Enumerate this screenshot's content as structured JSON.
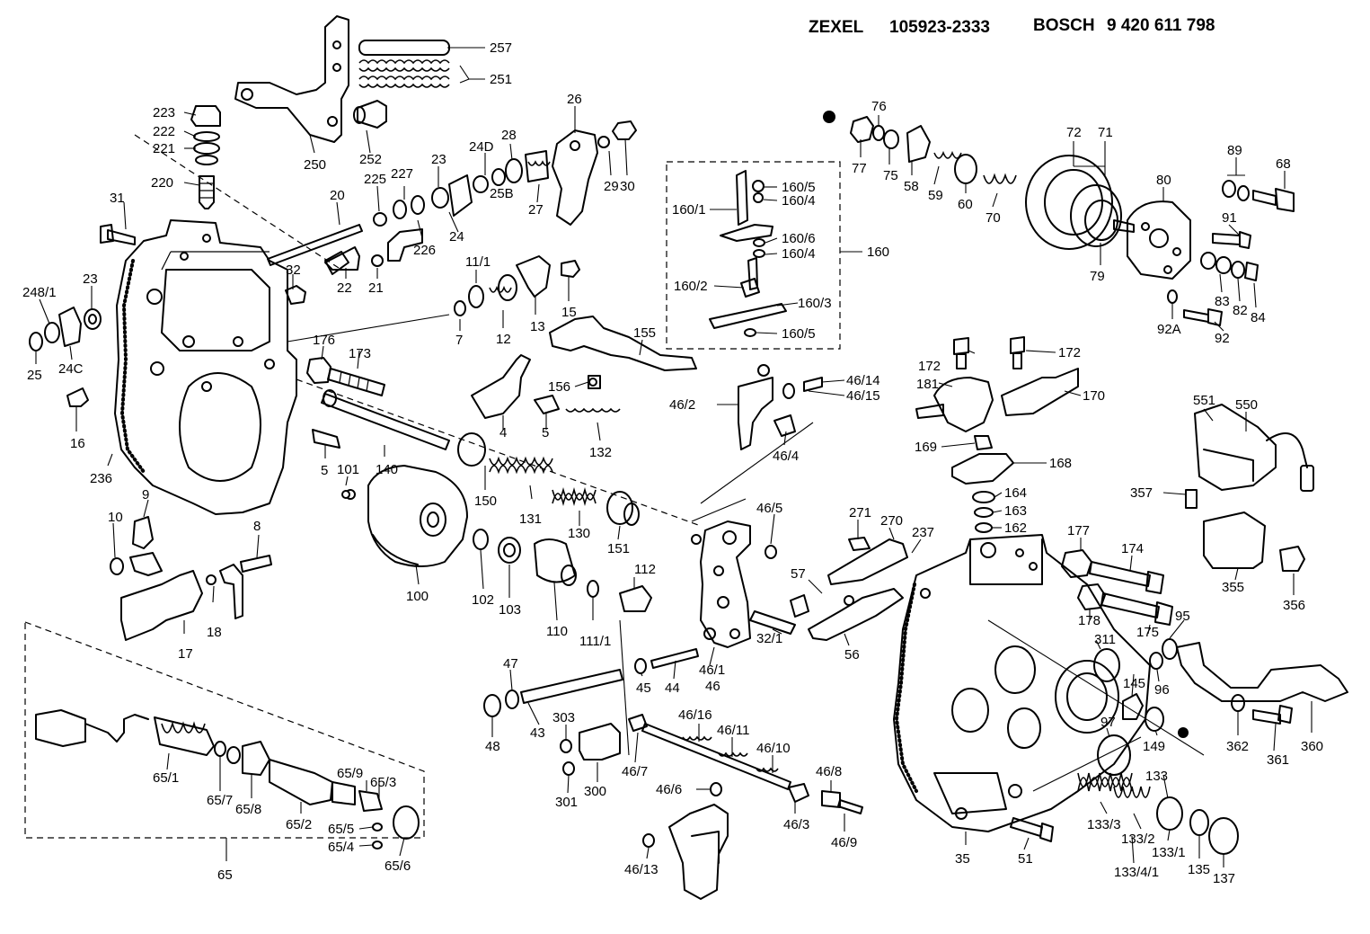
{
  "header": {
    "brand1": "ZEXEL",
    "part1": "105923-2333",
    "brand2": "BOSCH",
    "part2": "9 420 611 798"
  },
  "labels": {
    "l257": "257",
    "l251": "251",
    "l223": "223",
    "l222": "222",
    "l221": "221",
    "l250": "250",
    "l252": "252",
    "l220": "220",
    "l31": "31",
    "l20": "20",
    "l225": "225",
    "l227": "227",
    "l226": "226",
    "l23a": "23",
    "l24": "24",
    "l240": "24D",
    "l28": "28",
    "l258": "25B",
    "l27": "27",
    "l26": "26",
    "l29": "29",
    "l30": "30",
    "l22": "22",
    "l21": "21",
    "l32": "32",
    "l248_1": "248/1",
    "l23b": "23",
    "l25": "25",
    "l24c": "24C",
    "l7": "7",
    "l11_1": "11/1",
    "l12": "12",
    "l13": "13",
    "l15": "15",
    "l155": "155",
    "l176": "176",
    "l173": "173",
    "l16": "16",
    "l156": "156",
    "l4": "4",
    "l5a": "5",
    "l132": "132",
    "l5b": "5",
    "l140": "140",
    "l101": "101",
    "l236": "236",
    "l150": "150",
    "l131": "131",
    "l130": "130",
    "l151": "151",
    "l9": "9",
    "l10": "10",
    "l8": "8",
    "l100": "100",
    "l102": "102",
    "l103": "103",
    "l110": "110",
    "l111_1": "111/1",
    "l112": "112",
    "l17": "17",
    "l18": "18",
    "l160_5a": "160/5",
    "l160_1": "160/1",
    "l160_4a": "160/4",
    "l160_6": "160/6",
    "l160_4b": "160/4",
    "l160": "160",
    "l160_2": "160/2",
    "l160_3": "160/3",
    "l160_5b": "160/5",
    "l77": "77",
    "l76": "76",
    "l75": "75",
    "l58": "58",
    "l59": "59",
    "l60": "60",
    "l70": "70",
    "l72": "72",
    "l71": "71",
    "l80": "80",
    "l89": "89",
    "l68": "68",
    "l79": "79",
    "l91": "91",
    "l83": "83",
    "l82": "82",
    "l84": "84",
    "l92a": "92A",
    "l92": "92",
    "l172a": "172",
    "l172b": "172",
    "l181": "181",
    "l170": "170",
    "l46_14": "46/14",
    "l46_15": "46/15",
    "l46_2": "46/2",
    "l46_4": "46/4",
    "l169": "169",
    "l168": "168",
    "l551": "551",
    "l550": "550",
    "l164": "164",
    "l163": "163",
    "l162": "162",
    "l357": "357",
    "l46_5": "46/5",
    "l271": "271",
    "l270": "270",
    "l237": "237",
    "l177": "177",
    "l174": "174",
    "l57": "57",
    "l355": "355",
    "l356": "356",
    "l178": "178",
    "l175": "175",
    "l95": "95",
    "l32_1": "32/1",
    "l56": "56",
    "l311": "311",
    "l47": "47",
    "l46_1": "46/1",
    "l46": "46",
    "l45a": "45",
    "l44": "44",
    "l145": "145",
    "l96": "96",
    "l48": "48",
    "l43": "43",
    "l303": "303",
    "l46_16": "46/16",
    "l46_11": "46/11",
    "l46_10": "46/10",
    "l97": "97",
    "l149": "149",
    "l362": "362",
    "l361": "361",
    "l360": "360",
    "l46_7": "46/7",
    "l301": "301",
    "l300": "300",
    "l46_8": "46/8",
    "l46_6": "46/6",
    "l46_3": "46/3",
    "l46_9": "46/9",
    "l133": "133",
    "l65_1": "65/1",
    "l65_7": "65/7",
    "l65_8": "65/8",
    "l65_9": "65/9",
    "l65_3": "65/3",
    "l65_2": "65/2",
    "l65_5": "65/5",
    "l65_4": "65/4",
    "l65_6": "65/6",
    "l65": "65",
    "l46_13": "46/13",
    "l35": "35",
    "l51": "51",
    "l133_3": "133/3",
    "l133_2": "133/2",
    "l133_1": "133/1",
    "l133_4_1": "133/4/1",
    "l135": "135",
    "l137": "137"
  }
}
